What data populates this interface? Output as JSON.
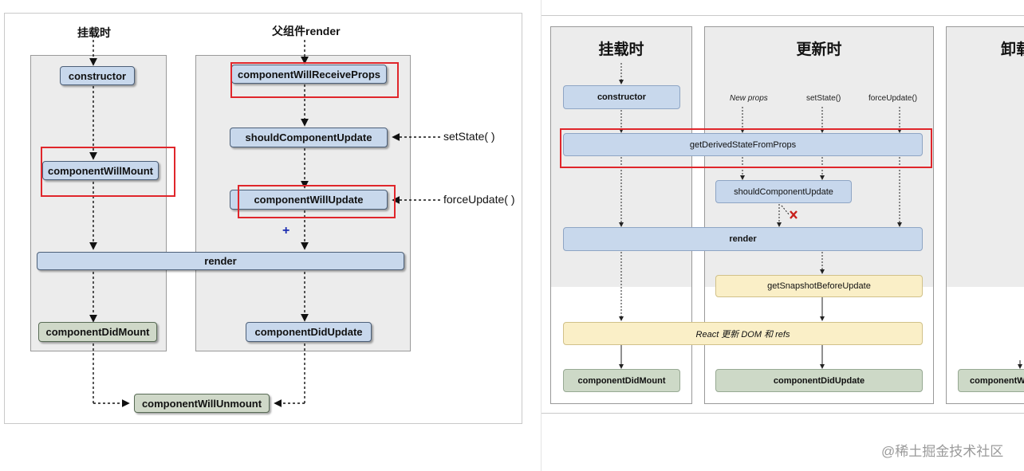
{
  "left_diagram": {
    "mount_label": "挂载时",
    "parent_label": "父组件render",
    "constructor": "constructor",
    "will_mount": "componentWillMount",
    "will_receive_props": "componentWillReceiveProps",
    "should_update": "shouldComponentUpdate",
    "will_update": "componentWillUpdate",
    "render": "render",
    "did_mount": "componentDidMount",
    "did_update": "componentDidUpdate",
    "will_unmount": "componentWillUnmount",
    "set_state": "setState( )",
    "force_update": "forceUpdate( )",
    "plus": "+"
  },
  "right_diagram": {
    "col_mount": "挂载时",
    "col_update": "更新时",
    "col_unmount": "卸载",
    "constructor": "constructor",
    "new_props": "New props",
    "set_state": "setState()",
    "force_update": "forceUpdate()",
    "get_derived": "getDerivedStateFromProps",
    "should_update": "shouldComponentUpdate",
    "render": "render",
    "get_snapshot": "getSnapshotBeforeUpdate",
    "react_update": "React 更新 DOM 和 refs",
    "did_mount": "componentDidMount",
    "did_update": "componentDidUpdate",
    "will_unmount": "componentW"
  },
  "colors": {
    "red_highlight": "#e0262b",
    "blue_node": "#c8d8ec",
    "green_node": "#cfd8c8",
    "yellow_node": "#fbf0c6"
  },
  "watermark": "@稀土掘金技术社区"
}
